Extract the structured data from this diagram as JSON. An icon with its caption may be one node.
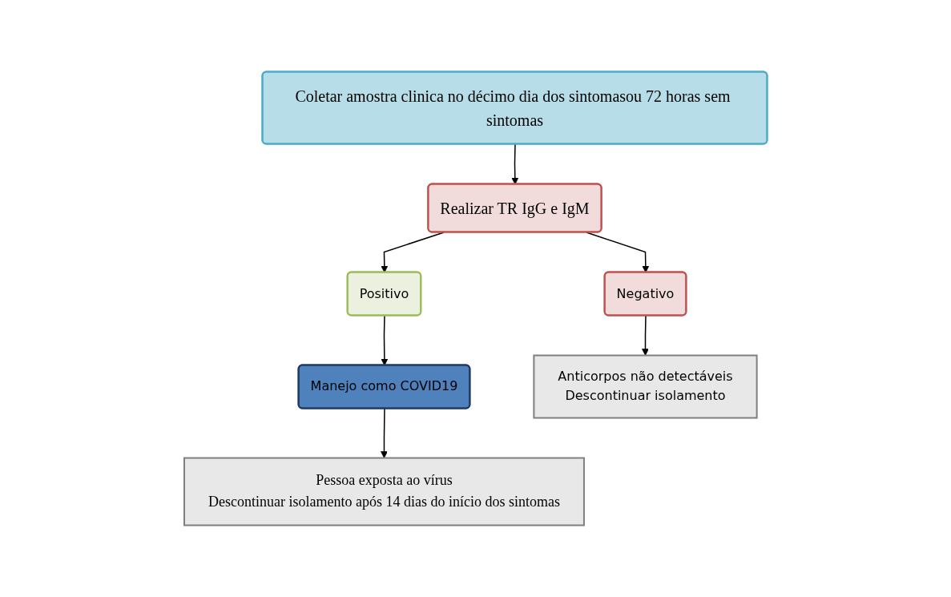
{
  "diagram": {
    "nodes": [
      {
        "text": [
          "Coletar amostra clinica no décimo dia dos sintomasou 72 horas sem sintomas"
        ]
      },
      {
        "text": [
          "Realizar TR IgG e IgM"
        ]
      },
      {
        "text": [
          "Positivo"
        ]
      },
      {
        "text": [
          "Negativo"
        ]
      },
      {
        "text": [
          "Manejo como COVID19"
        ]
      },
      {
        "text": [
          "Pessoa exposta ao vírus",
          "Descontinuar isolamento após 14 dias do início dos sintomas"
        ]
      },
      {
        "text": [
          "Anticorpos não detectáveis",
          "Descontinuar isolamento"
        ]
      }
    ],
    "edges": [
      {
        "from": 0,
        "to": 1,
        "arrow": "to"
      },
      {
        "from": 1,
        "to": 2,
        "arrow": "to"
      },
      {
        "from": 1,
        "to": 3,
        "arrow": "to"
      },
      {
        "from": 2,
        "to": 4,
        "arrow": "to"
      },
      {
        "from": 4,
        "to": 5,
        "arrow": "to"
      },
      {
        "from": 3,
        "to": 6,
        "arrow": "to"
      }
    ]
  }
}
